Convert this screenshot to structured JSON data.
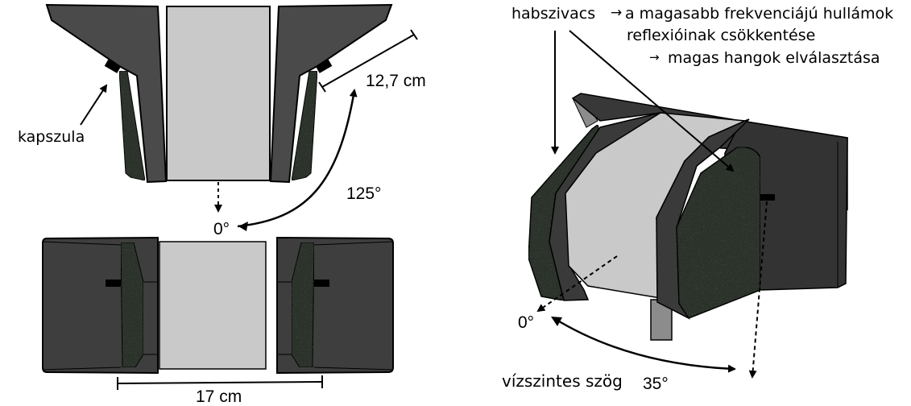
{
  "colors": {
    "housing": "#4a4a4a",
    "housing_dark": "#3a3a3a",
    "foam": "#2b332c",
    "inner_core": "#c9c9c9",
    "stand": "#8a8a8a",
    "outline": "#000000"
  },
  "top_view": {
    "capsule_label": "kapszula",
    "length_label": "12,7 cm",
    "angle_label": "125°"
  },
  "bottom_view": {
    "zero_label": "0°",
    "width_label": "17 cm"
  },
  "perspective_view": {
    "foam_label": "habszivacs",
    "arrow1": "→",
    "effect1_line1": "a magasabb frekvenciájú hullámok",
    "effect1_line2": "reflexióinak csökkentése",
    "arrow2": "→",
    "effect2": "magas hangok elválasztása",
    "zero_label": "0°",
    "horizontal_angle_label": "vízszintes szög",
    "horizontal_angle_value": "35°"
  }
}
